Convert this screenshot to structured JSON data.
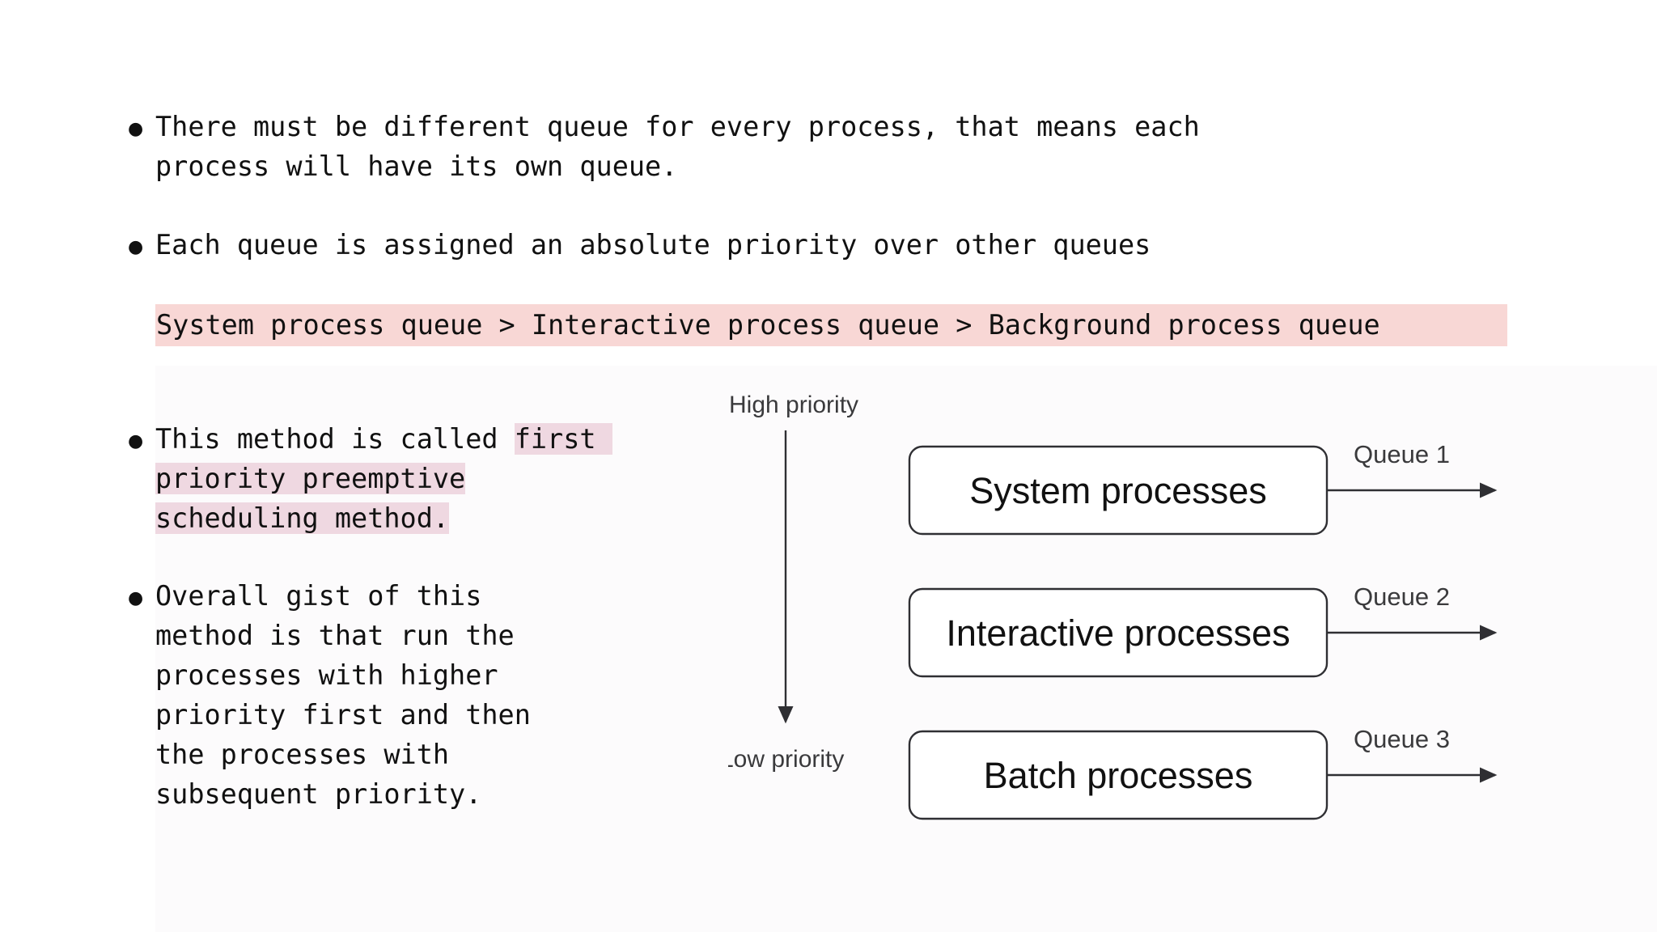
{
  "slide": {
    "bullets": [
      {
        "id": "bullet-1",
        "text": "There must be different queue for every process, that means each\nprocess will have its own queue."
      },
      {
        "id": "bullet-2",
        "text": "Each queue is assigned an absolute priority over other queues"
      },
      {
        "id": "bullet-3",
        "text_plain": "This method is called ",
        "text_highlighted": "first priority preemptive\nscheduling method."
      },
      {
        "id": "bullet-4",
        "text": "Overall gist of this\nmethod is that run the\nprocesses with higher\npriority first and then\nthe processes with\nsubsequent priority."
      }
    ],
    "priority_banner": {
      "text": "System process queue > Interactive process queue > Background process queue",
      "background_color": "#f8d7d5"
    },
    "highlight_colors": {
      "pink_banner": "#f8d7d5",
      "lavender_text": "#efd8e1"
    }
  },
  "diagram": {
    "axis_top_label": "High priority",
    "axis_bottom_label": "Low priority",
    "rows": [
      {
        "box_label": "System processes",
        "queue_label": "Queue 1"
      },
      {
        "box_label": "Interactive processes",
        "queue_label": "Queue 2"
      },
      {
        "box_label": "Batch processes",
        "queue_label": "Queue 3"
      }
    ],
    "stroke_color": "#2f2f33",
    "box_fill": "#ffffff"
  }
}
